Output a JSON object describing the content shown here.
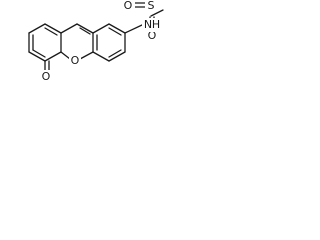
{
  "molecule": {
    "atoms": {
      "sulfonyl_o_left": "O",
      "sulfur": "S",
      "sulfonyl_o_bottom": "O",
      "amide_n": "N",
      "amide_h": "H",
      "carbonyl_o": "O",
      "ring_o": "O"
    }
  }
}
